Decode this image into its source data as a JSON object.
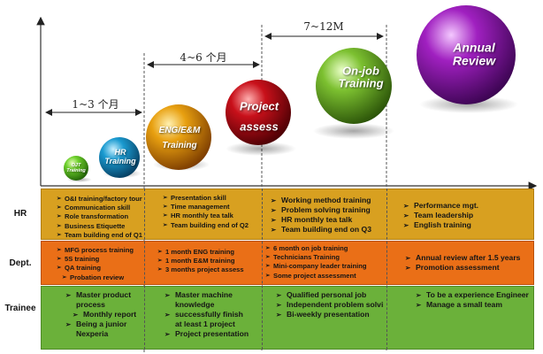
{
  "stages": [
    {
      "id": "ojt",
      "label": "OJT Training"
    },
    {
      "id": "hr",
      "label": "HR Training"
    },
    {
      "id": "eng",
      "label": "ENG/E&M Training"
    },
    {
      "id": "project",
      "label": "Project assess"
    },
    {
      "id": "onjob",
      "label": "On-job Training"
    },
    {
      "id": "annual",
      "label": "Annual Review"
    }
  ],
  "phases": [
    "1~3 个月",
    "4~6 个月",
    "7~12M"
  ],
  "rows": [
    {
      "label": "HR",
      "columns": [
        [
          "O&I training/factory tour",
          "Communication skill",
          "Role transformation",
          "Business Etiquette",
          "Team building end of Q1"
        ],
        [
          "Presentation skill",
          "Time management",
          "HR monthly tea talk",
          "Team building end of Q2"
        ],
        [
          "Working method training",
          "Problem solving training",
          "HR monthly tea talk",
          "Team building end on Q3"
        ],
        [
          "Performance mgt.",
          "Team leadership",
          "English training"
        ]
      ]
    },
    {
      "label": "Dept.",
      "columns": [
        [
          "MFG process training",
          "5S training",
          "QA training",
          "Probation review"
        ],
        [
          "1 month ENG training",
          "1 month E&M training",
          "3 months project assess"
        ],
        [
          "6 month on job training",
          "Technicians Training",
          "Mini-company leader training",
          "Some project assessment"
        ],
        [
          "Annual review after 1.5 years",
          "Promotion assessment"
        ]
      ]
    },
    {
      "label": "Trainee",
      "columns": [
        [
          "Master product process",
          "Monthly report",
          "Being a junior Nexperia"
        ],
        [
          "Master machine knowledge",
          "successfully finish at least 1 project",
          "Project presentation"
        ],
        [
          "Qualified personal job",
          "Independent problem solving",
          "Bi-weekly presentation"
        ],
        [
          "To be a experience Engineer",
          "Manage a small team"
        ]
      ]
    }
  ],
  "colors": {
    "hr_band": "#d8a020",
    "dept_band": "#ea6f17",
    "trainee_band": "#6bb13a",
    "ball_green_small": "#6ccf2a",
    "ball_blue": "#1a9ad0",
    "ball_orange": "#e8a010",
    "ball_red": "#c8101a",
    "ball_green_large": "#7cc030",
    "ball_purple": "#a020c0"
  }
}
